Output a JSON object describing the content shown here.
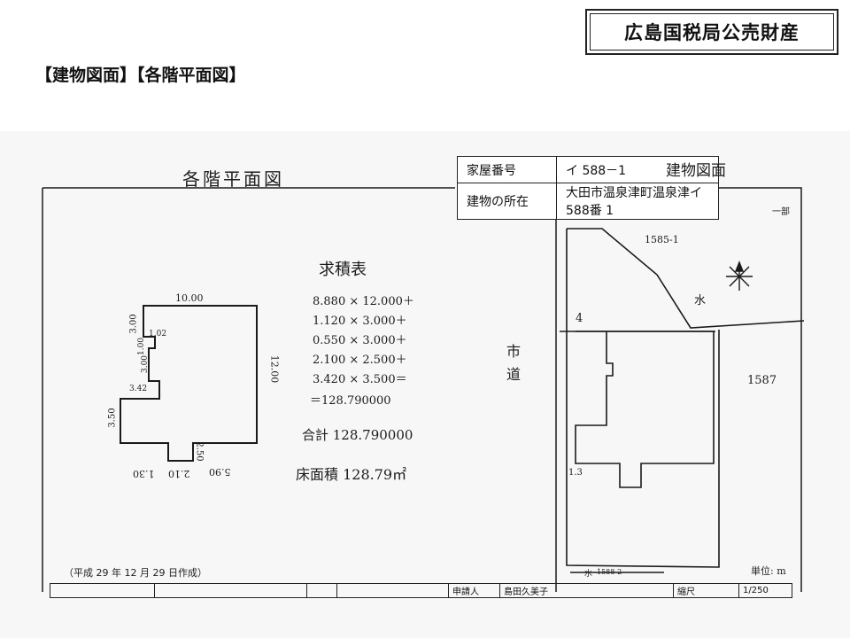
{
  "badge": {
    "text": "広島国税局公売財産"
  },
  "heading": {
    "text": "【建物図面】【各階平面図】"
  },
  "drawing": {
    "title_handwritten": "各階平面図",
    "building_drawing_label": "建物図面",
    "info": {
      "house_number_label": "家屋番号",
      "house_number_value": "イ 588－1",
      "location_label": "建物の所在",
      "location_value": "大田市温泉津町温泉津イ 588番 1"
    },
    "stamp_mark": "一部",
    "floor_plan_dims": {
      "top": "10.00",
      "right": "12.00",
      "left_upper": "3.00",
      "step_1": "1.02",
      "step_2": "1.00",
      "step_3": "3.00",
      "step_4": "3.42",
      "left_lower": "3.50",
      "notch": "2.50",
      "bottom_1": "5.90",
      "bottom_2": "2.10",
      "bottom_3": "1.30"
    },
    "area_table": {
      "title": "求積表",
      "lines": [
        "8.880 × 12.000＋",
        "1.120 × 3.000＋",
        "0.550 × 3.000＋",
        "2.100 × 2.500＋",
        "3.420 × 3.500＝",
        "＝128.790000"
      ],
      "total": "合計 128.790000",
      "floor_area": "床面積 128.79㎡"
    },
    "site": {
      "parcel_north": "1585-1",
      "parcel_east": "1587",
      "parcel_south": "1588-2",
      "water_label": "水",
      "water_label_south": "水",
      "road_label": "市道",
      "dim_4": "4",
      "dim_13": "1.3"
    },
    "created_date": "（平成 29 年 12 月 29 日作成）",
    "unit_label": "単位: m",
    "bottom_row": [
      "",
      "",
      "",
      "",
      "申請人",
      "島田久美子",
      "縮尺",
      "1/250"
    ]
  }
}
